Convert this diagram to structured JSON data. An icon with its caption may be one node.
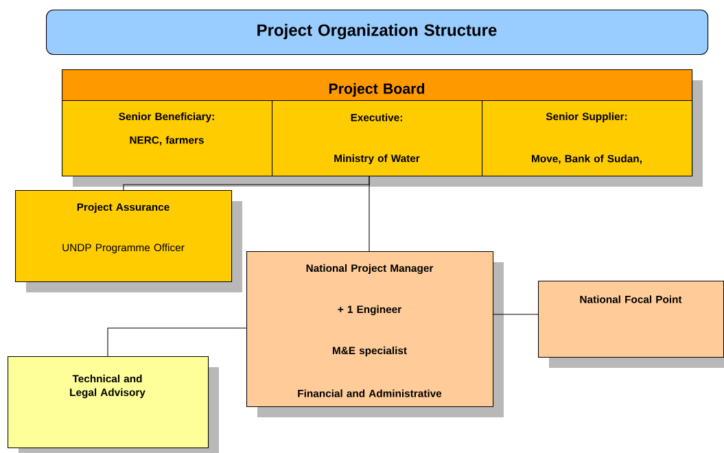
{
  "diagram": {
    "nodes": [
      {
        "text": [
          "Project Organization Structure"
        ]
      },
      {
        "text": [
          "Project Board"
        ]
      },
      {
        "text": [
          "Senior Beneficiary:",
          "NERC, farmers"
        ],
        "in": 1
      },
      {
        "text": [
          "Executive:",
          "Ministry of Water"
        ],
        "in": 1
      },
      {
        "text": [
          "Senior Supplier:",
          "Move, Bank of Sudan,"
        ],
        "in": 1
      },
      {
        "text": [
          "Project Assurance",
          "UNDP Programme Officer"
        ]
      },
      {
        "text": [
          "National Project Manager",
          "+ 1 Engineer",
          "M&E specialist",
          "Financial and Administrative"
        ]
      },
      {
        "text": [
          "National Focal Point"
        ]
      },
      {
        "text": [
          "Technical and Legal Advisory"
        ]
      }
    ],
    "edges": [
      {
        "from": 1,
        "to": 5,
        "arrow": "none"
      },
      {
        "from": 1,
        "to": 6,
        "arrow": "none"
      },
      {
        "from": 6,
        "to": 7,
        "arrow": "none"
      },
      {
        "from": 6,
        "to": 8,
        "arrow": "none"
      }
    ]
  }
}
